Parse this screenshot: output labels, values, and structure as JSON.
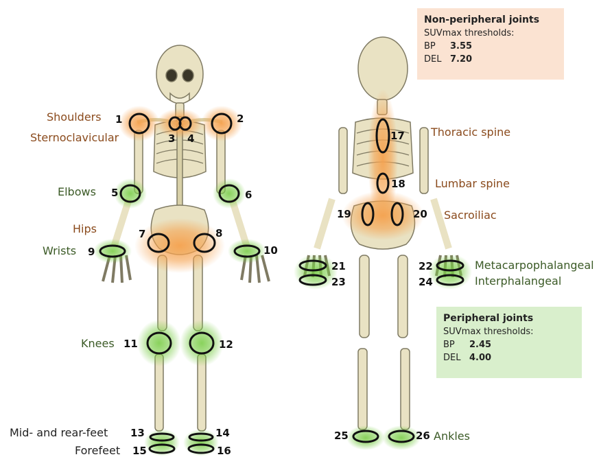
{
  "colors": {
    "non_peripheral": "#f5a24f",
    "peripheral": "#7ccd4a",
    "bone": "#e9e2c3",
    "bone_outline": "#7f7a63",
    "label_non_peripheral": "#8a4a1c",
    "label_peripheral": "#3b5a26",
    "box_non_peripheral": "#fbe3d2",
    "box_peripheral": "#d9efcc"
  },
  "legend": {
    "non_peripheral": {
      "title": "Non-peripheral  joints",
      "subtitle": "SUVmax thresholds:",
      "rows": [
        {
          "key": "BP",
          "value": "3.55"
        },
        {
          "key": "DEL",
          "value": "7.20"
        }
      ]
    },
    "peripheral": {
      "title": "Peripheral joints",
      "subtitle": "SUVmax thresholds:",
      "rows": [
        {
          "key": "BP",
          "value": "2.45"
        },
        {
          "key": "DEL",
          "value": "4.00"
        }
      ]
    }
  },
  "region_labels": [
    {
      "id": "shoulders",
      "text": "Shoulders",
      "group": "non_peripheral"
    },
    {
      "id": "sternoclavicular",
      "text": "Sternoclavicular",
      "group": "non_peripheral"
    },
    {
      "id": "elbows",
      "text": "Elbows",
      "group": "peripheral"
    },
    {
      "id": "hips",
      "text": "Hips",
      "group": "non_peripheral"
    },
    {
      "id": "wrists",
      "text": "Wrists",
      "group": "peripheral"
    },
    {
      "id": "knees",
      "text": "Knees",
      "group": "peripheral"
    },
    {
      "id": "midrearfeet",
      "text": "Mid- and rear-feet",
      "group": "peripheral"
    },
    {
      "id": "forefeet",
      "text": "Forefeet",
      "group": "peripheral"
    },
    {
      "id": "thoracic",
      "text": "Thoracic spine",
      "group": "non_peripheral"
    },
    {
      "id": "lumbar",
      "text": "Lumbar spine",
      "group": "non_peripheral"
    },
    {
      "id": "sacroiliac",
      "text": "Sacroiliac",
      "group": "non_peripheral"
    },
    {
      "id": "mcp",
      "text": "Metacarpophalangeal",
      "group": "peripheral"
    },
    {
      "id": "ip",
      "text": "Interphalangeal",
      "group": "peripheral"
    },
    {
      "id": "ankles",
      "text": "Ankles",
      "group": "peripheral"
    }
  ],
  "joint_numbers": [
    "1",
    "2",
    "3",
    "4",
    "5",
    "6",
    "7",
    "8",
    "9",
    "10",
    "11",
    "12",
    "13",
    "14",
    "15",
    "16",
    "17",
    "18",
    "19",
    "20",
    "21",
    "22",
    "23",
    "24",
    "25",
    "26"
  ]
}
